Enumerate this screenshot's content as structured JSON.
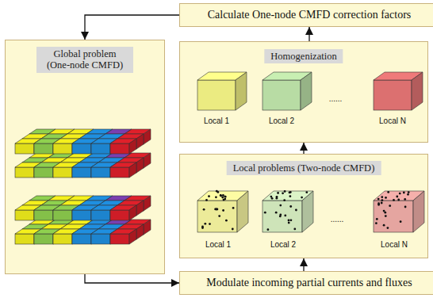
{
  "diagram": {
    "nodes": [
      {
        "text": [
          "Calculate One-node CMFD correction factors"
        ]
      },
      {
        "text": [
          "Global problem (One-node CMFD)"
        ]
      },
      {
        "text": [
          "Homogenization"
        ]
      },
      {
        "text": [
          "Local problems (Two-node CMFD)"
        ]
      },
      {
        "text": [
          "Modulate incoming partial currents and fluxes"
        ]
      }
    ],
    "edges": [
      {
        "from": 1,
        "to": 4,
        "arrow": "to"
      },
      {
        "from": 4,
        "to": 3,
        "arrow": "to"
      },
      {
        "from": 3,
        "to": 2,
        "arrow": "to"
      },
      {
        "from": 2,
        "to": 0,
        "arrow": "to"
      },
      {
        "from": 0,
        "to": 1,
        "arrow": "to"
      }
    ],
    "labels": [
      "Local 1",
      "Local 2",
      "......",
      "Local N",
      "Local 1",
      "Local 2",
      "......",
      "Local N"
    ]
  }
}
